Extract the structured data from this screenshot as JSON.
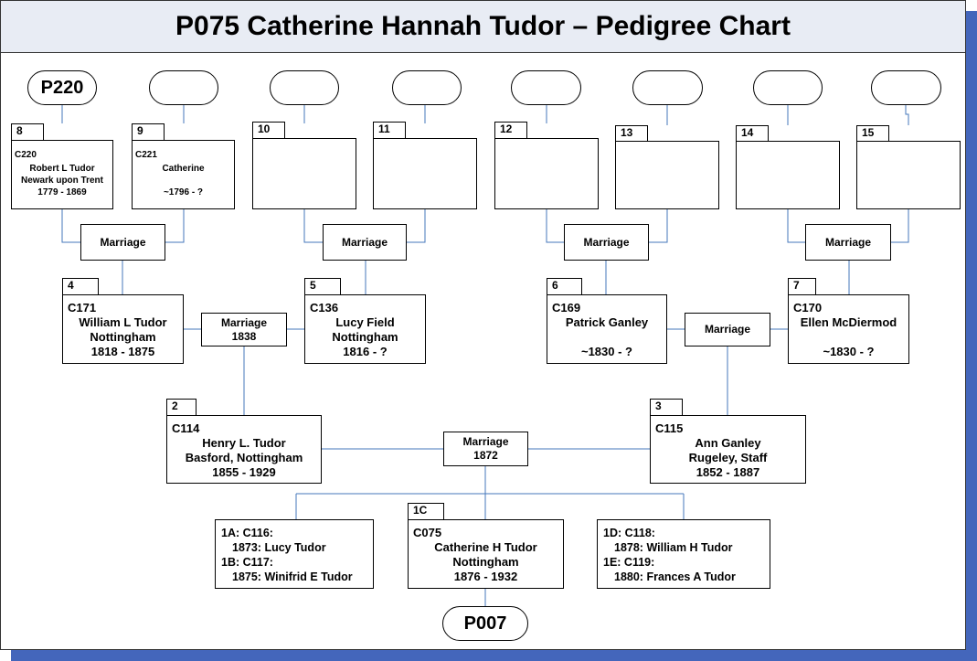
{
  "title": "P075 Catherine Hannah Tudor – Pedigree Chart",
  "colors": {
    "accent_shadow": "#4466bb",
    "connector": "#4477bb",
    "title_bg": "#e8ecf4"
  },
  "refs": {
    "top": [
      "P220",
      "",
      "",
      "",
      "",
      "",
      "",
      ""
    ],
    "bottom": "P007"
  },
  "ancestors": {
    "p8": {
      "num": "8",
      "id": "C220",
      "lines": [
        "Robert L Tudor",
        "Newark upon Trent",
        "1779 - 1869"
      ]
    },
    "p9": {
      "num": "9",
      "id": "C221",
      "lines": [
        "Catherine",
        "",
        "~1796 - ?"
      ]
    },
    "p10": {
      "num": "10"
    },
    "p11": {
      "num": "11"
    },
    "p12": {
      "num": "12"
    },
    "p13": {
      "num": "13"
    },
    "p14": {
      "num": "14"
    },
    "p15": {
      "num": "15"
    },
    "p4": {
      "num": "4",
      "id": "C171",
      "lines": [
        "William L Tudor",
        "Nottingham",
        "1818 - 1875"
      ]
    },
    "p5": {
      "num": "5",
      "id": "C136",
      "lines": [
        "Lucy Field",
        "Nottingham",
        "1816 - ?"
      ]
    },
    "p6": {
      "num": "6",
      "id": "C169",
      "lines": [
        "Patrick Ganley",
        "",
        "~1830 - ?"
      ]
    },
    "p7": {
      "num": "7",
      "id": "C170",
      "lines": [
        "Ellen McDiermod",
        "",
        "~1830 - ?"
      ]
    },
    "p2": {
      "num": "2",
      "id": "C114",
      "lines": [
        "Henry L. Tudor",
        "Basford, Nottingham",
        "1855 - 1929"
      ]
    },
    "p3": {
      "num": "3",
      "id": "C115",
      "lines": [
        "Ann Ganley",
        "Rugeley, Staff",
        "1852 - 1887"
      ]
    }
  },
  "marriages": {
    "m89": {
      "label": "Marriage",
      "year": ""
    },
    "m1011": {
      "label": "Marriage",
      "year": ""
    },
    "m1213": {
      "label": "Marriage",
      "year": ""
    },
    "m1415": {
      "label": "Marriage",
      "year": ""
    },
    "m45": {
      "label": "Marriage",
      "year": "1838"
    },
    "m67": {
      "label": "Marriage",
      "year": ""
    },
    "m23": {
      "label": "Marriage",
      "year": "1872"
    }
  },
  "subject": {
    "num": "1C",
    "id": "C075",
    "lines": [
      "Catherine H Tudor",
      "Nottingham",
      "1876 - 1932"
    ]
  },
  "siblings_left": [
    "1A: C116:",
    "1873: Lucy Tudor",
    "1B: C117:",
    "1875: Winifrid E Tudor"
  ],
  "siblings_right": [
    "1D: C118:",
    "1878: William H Tudor",
    "1E: C119:",
    "1880: Frances A Tudor"
  ]
}
